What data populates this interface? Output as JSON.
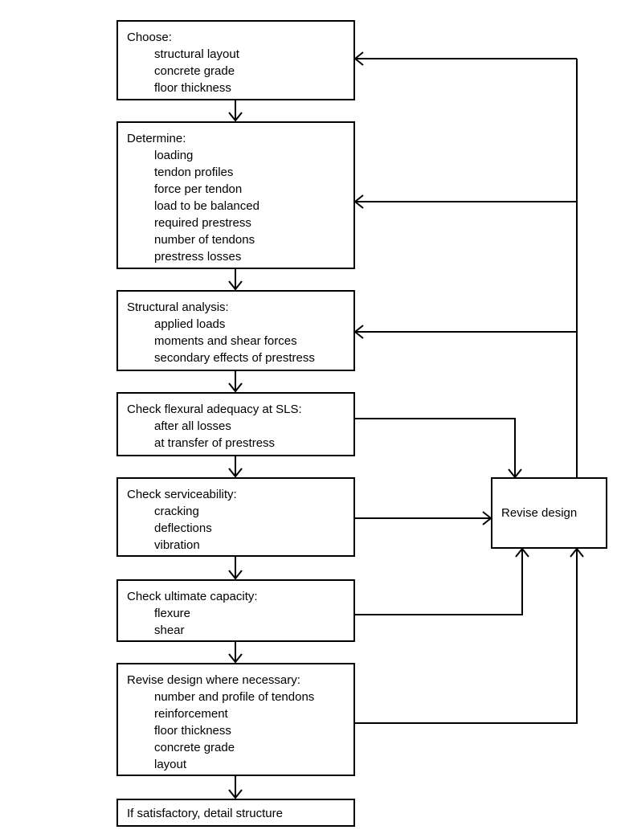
{
  "boxes": [
    {
      "title": "Choose:",
      "items": [
        "structural layout",
        "concrete grade",
        "floor thickness"
      ]
    },
    {
      "title": "Determine:",
      "items": [
        "loading",
        "tendon profiles",
        "force per tendon",
        "load to be balanced",
        "required prestress",
        "number of tendons",
        "prestress losses"
      ]
    },
    {
      "title": "Structural analysis:",
      "items": [
        "applied loads",
        "moments and shear forces",
        "secondary effects of prestress"
      ]
    },
    {
      "title": "Check flexural adequacy at SLS:",
      "items": [
        "after all losses",
        "at transfer of prestress"
      ]
    },
    {
      "title": "Check serviceability:",
      "items": [
        "cracking",
        "deflections",
        "vibration"
      ]
    },
    {
      "title": "Check ultimate capacity:",
      "items": [
        "flexure",
        "shear"
      ]
    },
    {
      "title": "Revise design where necessary:",
      "items": [
        "number and profile of tendons",
        "reinforcement",
        "floor thickness",
        "concrete grade",
        "layout"
      ]
    },
    {
      "title": "If satisfactory, detail structure",
      "items": []
    }
  ],
  "revise_box": {
    "label": "Revise design"
  }
}
